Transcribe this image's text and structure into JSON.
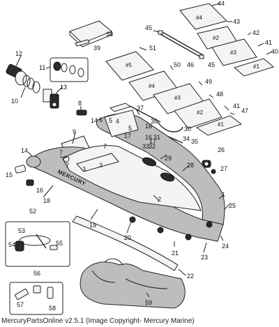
{
  "brand_text": "MERCURY",
  "footer": "MercuryPartsOnline v2.5.1 (Image Copyright- Mercury Marine)",
  "callouts": [
    "1",
    "2",
    "3",
    "3",
    "4",
    "5",
    "5",
    "6",
    "7",
    "7",
    "7",
    "8",
    "9",
    "10",
    "11",
    "12",
    "13",
    "14",
    "14",
    "15",
    "16",
    "16",
    "17",
    "17",
    "18",
    "19",
    "20",
    "21",
    "22",
    "23",
    "24",
    "25",
    "26",
    "27",
    "28",
    "29",
    "30",
    "31",
    "32",
    "33",
    "34",
    "35",
    "36",
    "37",
    "38",
    "39",
    "40",
    "41",
    "41",
    "42",
    "43",
    "44",
    "45",
    "45",
    "45",
    "46",
    "47",
    "48",
    "49",
    "50",
    "51",
    "52",
    "53",
    "54",
    "55",
    "56",
    "57",
    "58",
    "59"
  ],
  "floor_panel_labels": [
    "#4",
    "#2",
    "#3",
    "#1",
    "#5",
    "#4",
    "#3",
    "#2",
    "#1"
  ]
}
